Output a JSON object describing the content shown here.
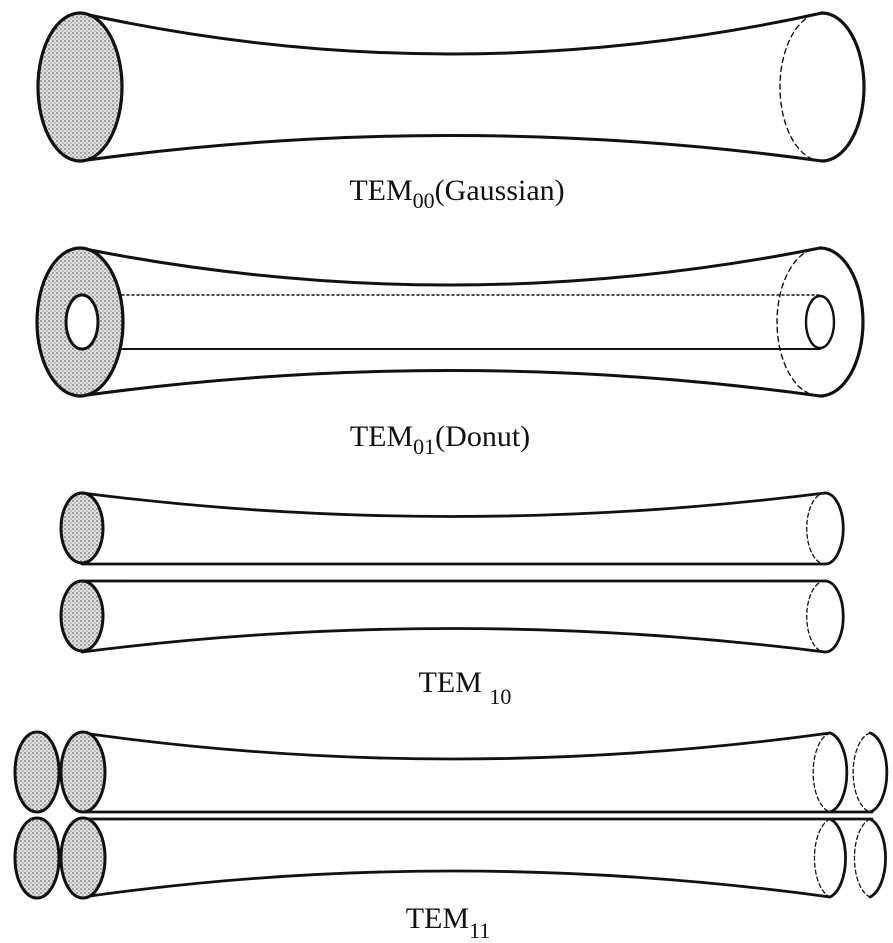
{
  "colors": {
    "ink": "#111111",
    "shade": "#cfcfcf",
    "background": "#ffffff"
  },
  "modes": [
    {
      "name": "TEM",
      "subscript": "00",
      "suffix": "(Gaussian)"
    },
    {
      "name": "TEM",
      "subscript": "01",
      "suffix": "(Donut)"
    },
    {
      "name": "TEM ",
      "subscript": "10",
      "suffix": ""
    },
    {
      "name": "TEM",
      "subscript": "11",
      "suffix": ""
    }
  ]
}
